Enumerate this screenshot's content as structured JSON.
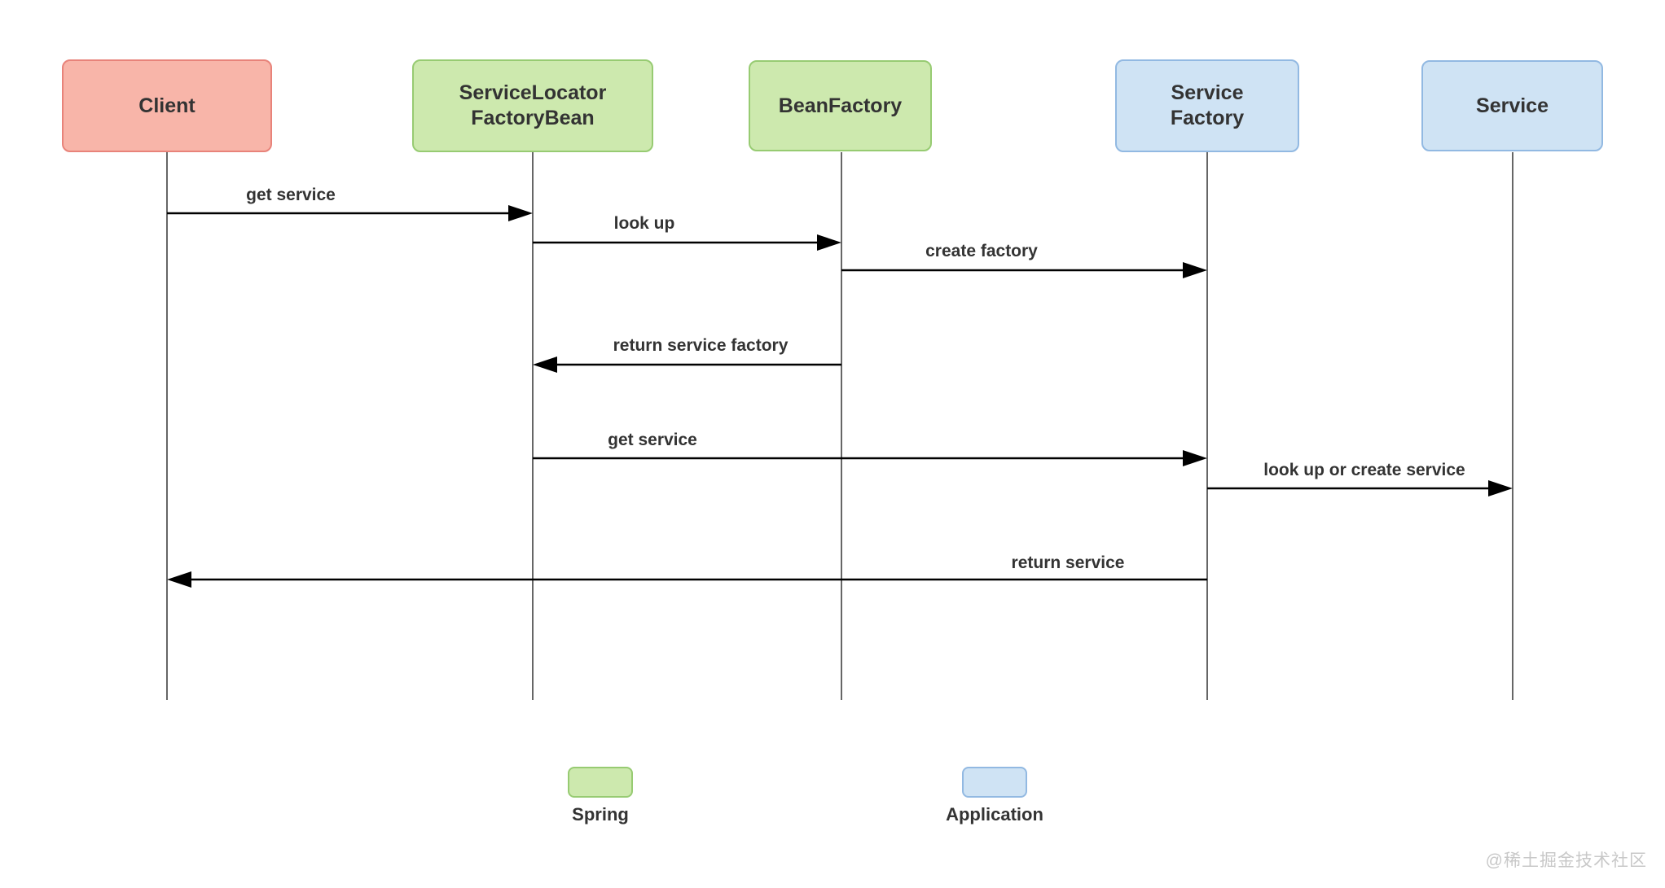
{
  "diagram": {
    "type": "sequence-diagram",
    "actors": [
      {
        "id": "client",
        "label": "Client",
        "category": "application-client"
      },
      {
        "id": "service-locator-factory-bean",
        "label": "ServiceLocator\nFactoryBean",
        "category": "spring"
      },
      {
        "id": "bean-factory",
        "label": "BeanFactory",
        "category": "spring"
      },
      {
        "id": "service-factory",
        "label": "Service\nFactory",
        "category": "application"
      },
      {
        "id": "service",
        "label": "Service",
        "category": "application"
      }
    ],
    "messages": [
      {
        "label": "get service",
        "from": "Client",
        "to": "ServiceLocatorFactoryBean",
        "direction": "right"
      },
      {
        "label": "look up",
        "from": "ServiceLocatorFactoryBean",
        "to": "BeanFactory",
        "direction": "right"
      },
      {
        "label": "create factory",
        "from": "BeanFactory",
        "to": "Service Factory",
        "direction": "right"
      },
      {
        "label": "return service factory",
        "from": "BeanFactory",
        "to": "ServiceLocatorFactoryBean",
        "direction": "left"
      },
      {
        "label": "get service",
        "from": "ServiceLocatorFactoryBean",
        "to": "Service Factory",
        "direction": "right"
      },
      {
        "label": "look up or create service",
        "from": "Service Factory",
        "to": "Service",
        "direction": "right"
      },
      {
        "label": "return service",
        "from": "Service Factory",
        "to": "Client",
        "direction": "left"
      }
    ],
    "legend": [
      {
        "label": "Spring",
        "category": "spring"
      },
      {
        "label": "Application",
        "category": "application"
      }
    ],
    "watermark": "@稀土掘金技术社区",
    "colors": {
      "client_fill": "#f8b5a9",
      "client_stroke": "#e8837a",
      "spring_fill": "#cde9ae",
      "spring_stroke": "#97cb72",
      "app_fill": "#cfe3f4",
      "app_stroke": "#92b9e2",
      "text": "#333333",
      "arrow": "#000000",
      "lifeline": "#666666",
      "watermark": "#c8c8c8"
    }
  }
}
